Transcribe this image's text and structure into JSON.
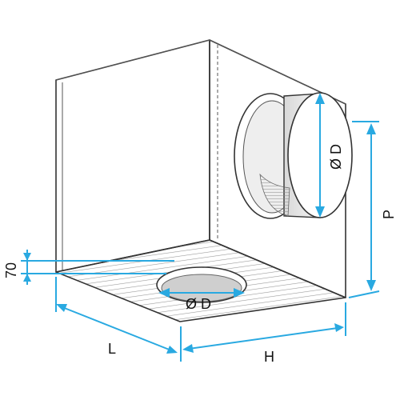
{
  "labels": {
    "outlet_diameter": "Ø D",
    "inlet_diameter": "Ø D",
    "height_p": "P",
    "depth_l": "L",
    "width_h": "H",
    "inlet_offset": "70"
  },
  "colors": {
    "dimension_line": "#29a9e1",
    "outline": "#333333",
    "box_face": "#f3f3f3",
    "hatching": "#9a9a9a"
  }
}
